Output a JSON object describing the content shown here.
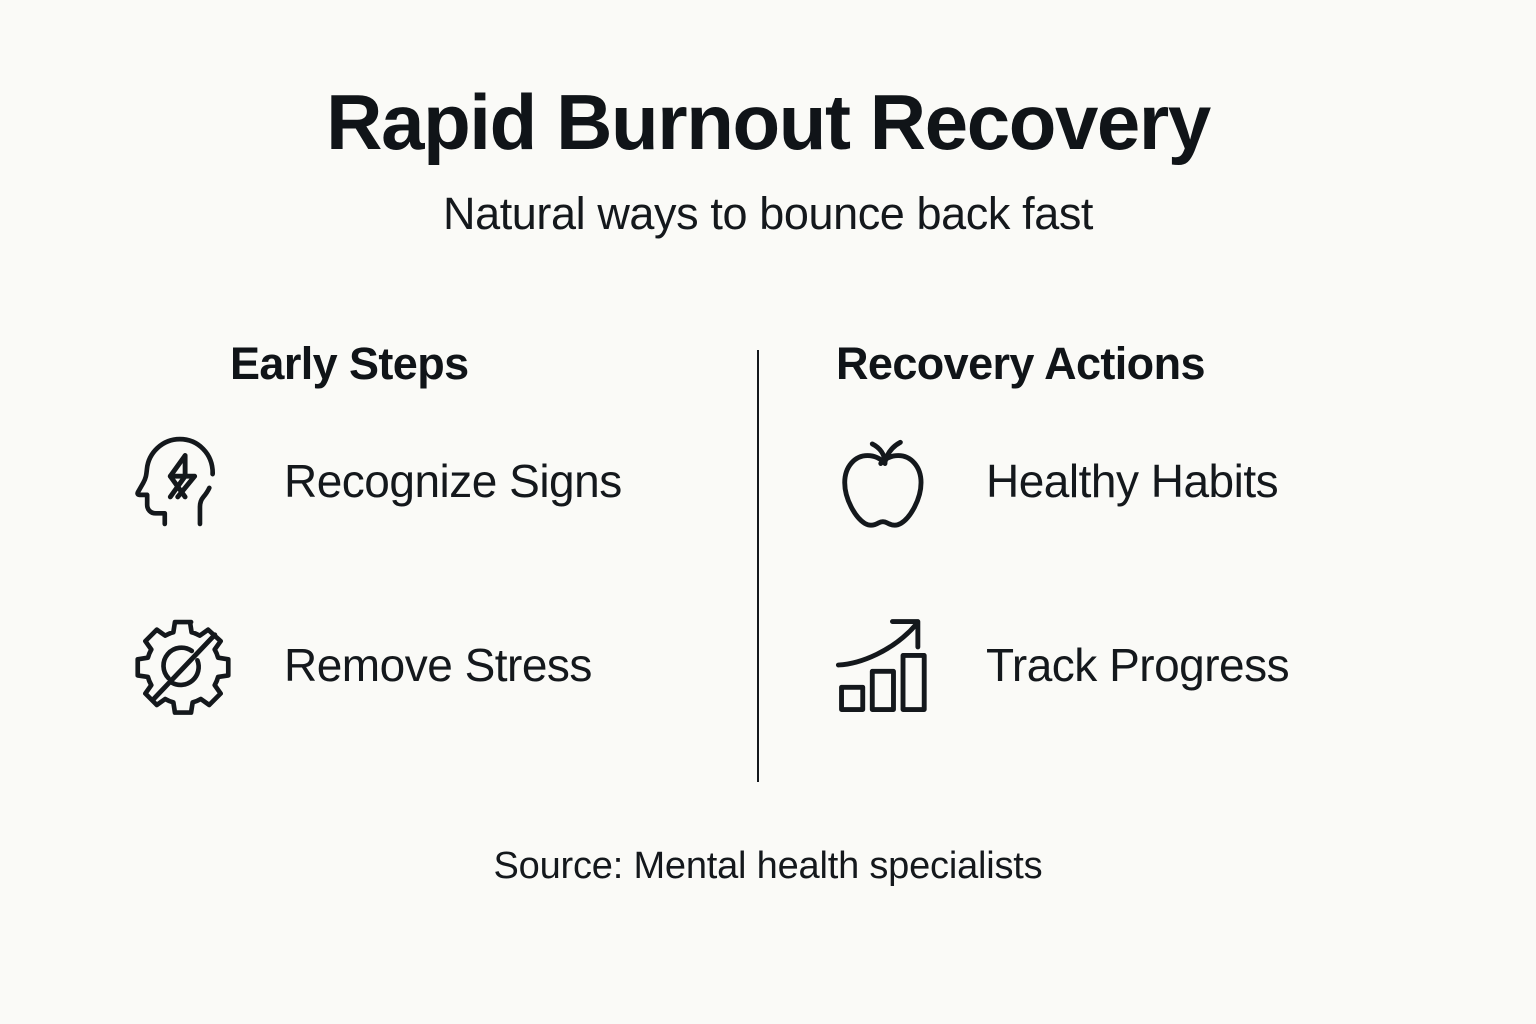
{
  "header": {
    "title": "Rapid Burnout Recovery",
    "subtitle": "Natural ways to bounce back fast"
  },
  "columns": [
    {
      "heading": "Early Steps",
      "items": [
        {
          "label": "Recognize Signs",
          "icon": "head-lightning-icon"
        },
        {
          "label": "Remove Stress",
          "icon": "gear-off-icon"
        }
      ]
    },
    {
      "heading": "Recovery Actions",
      "items": [
        {
          "label": "Healthy Habits",
          "icon": "apple-icon"
        },
        {
          "label": "Track Progress",
          "icon": "bar-chart-arrow-up-icon"
        }
      ]
    }
  ],
  "footer": {
    "source": "Source: Mental health specialists"
  },
  "colors": {
    "background": "#FAFAF7",
    "text": "#14181C",
    "heading": "#101418",
    "divider": "#14181C",
    "icon_stroke": "#14181C"
  }
}
